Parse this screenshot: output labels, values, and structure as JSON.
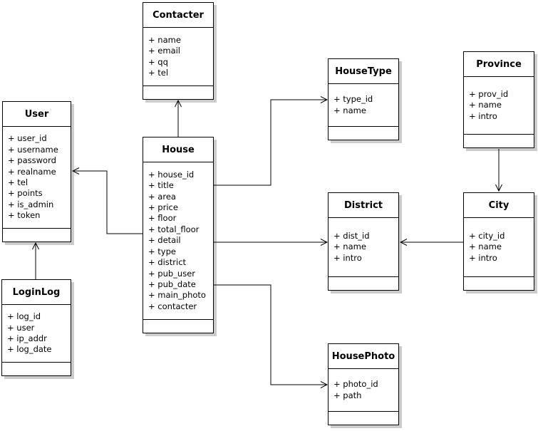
{
  "diagram": {
    "type": "uml-class-diagram",
    "entities": {
      "contacter": {
        "name": "Contacter",
        "attributes": [
          "+ name",
          "+ email",
          "+ qq",
          "+ tel"
        ]
      },
      "user": {
        "name": "User",
        "attributes": [
          "+ user_id",
          "+ username",
          "+ password",
          "+ realname",
          "+ tel",
          "+ points",
          "+ is_admin",
          "+ token"
        ]
      },
      "loginlog": {
        "name": "LoginLog",
        "attributes": [
          "+ log_id",
          "+ user",
          "+ ip_addr",
          "+ log_date"
        ]
      },
      "house": {
        "name": "House",
        "attributes": [
          "+ house_id",
          "+ title",
          "+ area",
          "+ price",
          "+ floor",
          "+ total_floor",
          "+ detail",
          "+ type",
          "+ district",
          "+ pub_user",
          "+ pub_date",
          "+ main_photo",
          "+ contacter"
        ]
      },
      "housetype": {
        "name": "HouseType",
        "attributes": [
          "+ type_id",
          "+ name"
        ]
      },
      "province": {
        "name": "Province",
        "attributes": [
          "+ prov_id",
          "+ name",
          "+ intro"
        ]
      },
      "district": {
        "name": "District",
        "attributes": [
          "+ dist_id",
          "+ name",
          "+ intro"
        ]
      },
      "city": {
        "name": "City",
        "attributes": [
          "+ city_id",
          "+ name",
          "+ intro"
        ]
      },
      "housephoto": {
        "name": "HousePhoto",
        "attributes": [
          "+ photo_id",
          "+ path"
        ]
      }
    },
    "relations": [
      {
        "from": "House",
        "to": "Contacter"
      },
      {
        "from": "House",
        "to": "User"
      },
      {
        "from": "LoginLog",
        "to": "User"
      },
      {
        "from": "House",
        "to": "HouseType"
      },
      {
        "from": "House",
        "to": "District"
      },
      {
        "from": "House",
        "to": "HousePhoto"
      },
      {
        "from": "City",
        "to": "District"
      },
      {
        "from": "Province",
        "to": "City"
      }
    ],
    "colors": {
      "box_fill": "#ffffff",
      "box_border": "#000000",
      "shadow": "#cccccc",
      "line": "#000000"
    }
  }
}
